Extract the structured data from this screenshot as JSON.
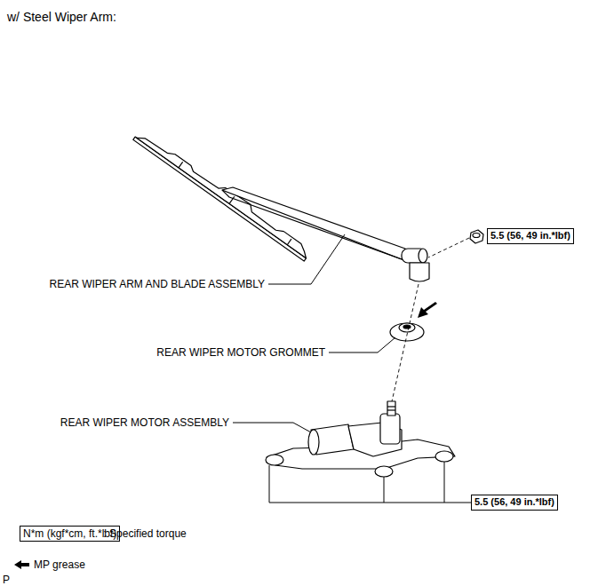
{
  "diagram": {
    "title": "w/ Steel Wiper Arm:",
    "nodes": [
      {
        "text": [
          "5.5 (56, 49 in.*lbf)"
        ]
      },
      {
        "text": [
          "5.5 (56, 49 in.*lbf)"
        ]
      },
      {
        "text": [
          "N*m (kgf*cm, ft.*lbf)"
        ]
      }
    ],
    "labels": [
      "REAR WIPER ARM AND BLADE ASSEMBLY",
      "REAR WIPER MOTOR GROMMET",
      "REAR WIPER MOTOR ASSEMBLY",
      "P"
    ],
    "legend": [
      {
        "text": ": Specified torque"
      },
      {
        "text": "MP grease"
      }
    ]
  }
}
